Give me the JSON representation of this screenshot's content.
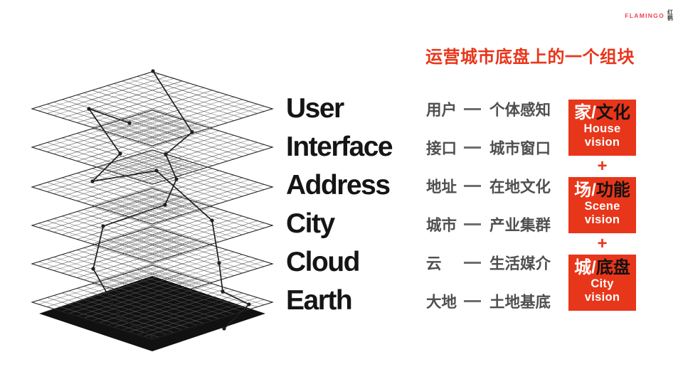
{
  "logo": {
    "brand": "FLAMINGO",
    "cn_top": "红",
    "cn_bottom": "鹤"
  },
  "title": "运营城市底盘上的一个组块",
  "stack": {
    "layers": [
      {
        "en": "User",
        "cn": "用户",
        "desc": "个体感知"
      },
      {
        "en": "Interface",
        "cn": "接口",
        "desc": "城市窗口"
      },
      {
        "en": "Address",
        "cn": "地址",
        "desc": "在地文化"
      },
      {
        "en": "City",
        "cn": "城市",
        "desc": "产业集群"
      },
      {
        "en": "Cloud",
        "cn": "云",
        "desc": "生活媒介"
      },
      {
        "en": "Earth",
        "cn": "大地",
        "desc": "土地基底"
      }
    ]
  },
  "vision_boxes": [
    {
      "cn_white": "家/",
      "cn_black": "文化",
      "en_line1": "House",
      "en_line2": "vision"
    },
    {
      "cn_white": "场/",
      "cn_black": "功能",
      "en_line1": "Scene",
      "en_line2": "vision"
    },
    {
      "cn_white": "城/",
      "cn_black": "底盘",
      "en_line1": "City",
      "en_line2": "vision"
    }
  ],
  "plus_symbol": "+",
  "colors": {
    "accent_red": "#e8361a",
    "logo_red": "#ee4353",
    "label_black": "#151515",
    "mapping_gray": "#4f4f4f"
  }
}
